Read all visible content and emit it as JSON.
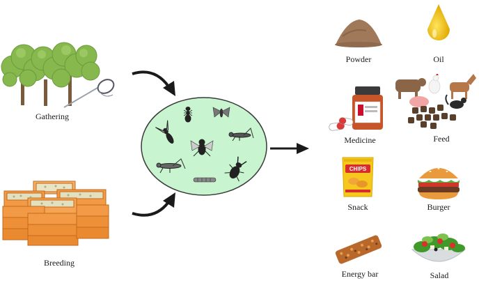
{
  "sources": {
    "gathering": "Gathering",
    "breeding": "Breeding"
  },
  "products": {
    "powder": "Powder",
    "oil": "Oil",
    "medicine": "Medicine",
    "feed": "Feed",
    "snack": "Snack",
    "burger": "Burger",
    "energy_bar": "Energy bar",
    "salad": "Salad"
  },
  "snack_pack_text": "CHIPS",
  "colors": {
    "insect_circle_fill": "#c8f5cf",
    "insect_circle_stroke": "#3a3a3a",
    "arrow": "#1a1a1a",
    "tree_leaf": "#7fb24a",
    "crate": "#f29a46",
    "oil_drop": "#f5c400",
    "powder": "#a0785a"
  },
  "icons": [
    "tree-icon",
    "insect-net-icon",
    "breeding-crate-icon",
    "insect-circle-icon",
    "powder-icon",
    "oil-drop-icon",
    "medicine-icon",
    "livestock-feed-icon",
    "chips-bag-icon",
    "burger-icon",
    "energy-bar-icon",
    "salad-icon"
  ]
}
